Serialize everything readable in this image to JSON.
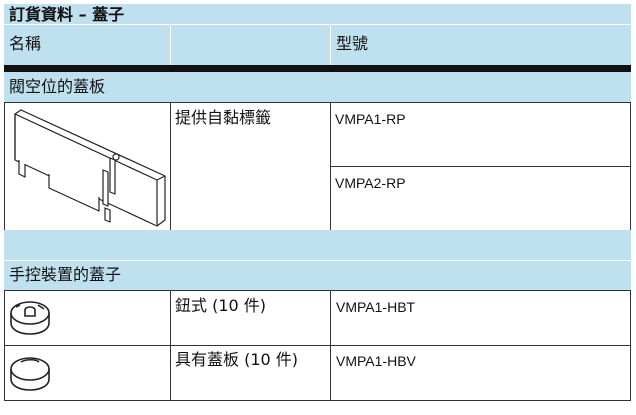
{
  "title": "訂貨資料 – 蓋子",
  "headers": {
    "name": "名稱",
    "blank": "",
    "model": "型號"
  },
  "section1": {
    "label": "閥空位的蓋板",
    "description": "提供自黏標籤",
    "models": [
      "VMPA1-RP",
      "VMPA2-RP"
    ]
  },
  "section2": {
    "label": "手控裝置的蓋子",
    "rows": [
      {
        "description": "鈕式 (10 件)",
        "model": "VMPA1-HBT"
      },
      {
        "description": "具有蓋板 (10 件)",
        "model": "VMPA1-HBV"
      }
    ]
  },
  "colors": {
    "header_fill": "#bfe0ee",
    "rule": "#111111"
  }
}
